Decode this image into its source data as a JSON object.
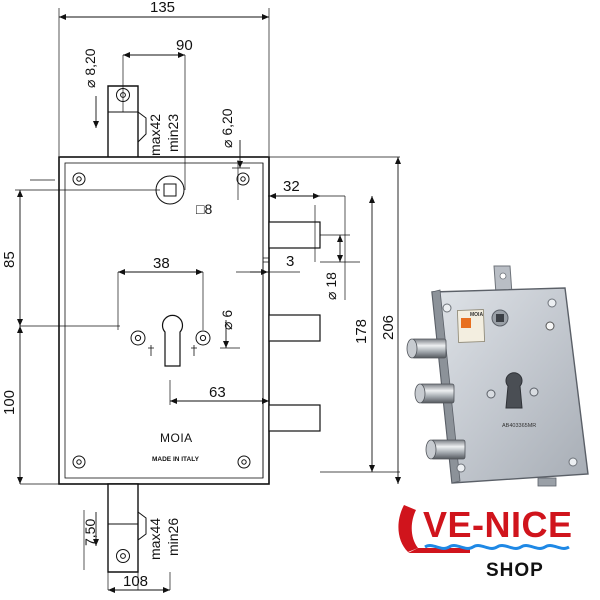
{
  "diagram": {
    "brand_name": "MOIA",
    "brand_origin": "MADE IN ITALY",
    "dims": {
      "overall_width": "135",
      "hook_span": "90",
      "hook_hole_top": "⌀ 8,20",
      "hook_top_range_max": "max42",
      "hook_top_range_min": "min23",
      "mount_hole": "⌀ 6,20",
      "square_drive": "□8",
      "bolt_projection": "32",
      "bolt_offset": "3",
      "bolt_diameter": "⌀ 18",
      "cylinder_span": "38",
      "cylinder_hole": "⌀ 6",
      "upper_height": "85",
      "lower_height": "100",
      "backset": "63",
      "bolt_span": "178",
      "overall_height": "206",
      "hook_hole_bottom": "7,50",
      "hook_bottom_range_max": "max44",
      "hook_bottom_range_min": "min26",
      "bottom_width": "108"
    }
  },
  "photo": {
    "label_brand": "MOIA",
    "label_code": "AB403365MR"
  },
  "logo": {
    "main": "VE-NICE",
    "sub": "SHOP",
    "colors": {
      "red": "#d0141c",
      "blue": "#1e88e5",
      "dark": "#111111"
    }
  }
}
